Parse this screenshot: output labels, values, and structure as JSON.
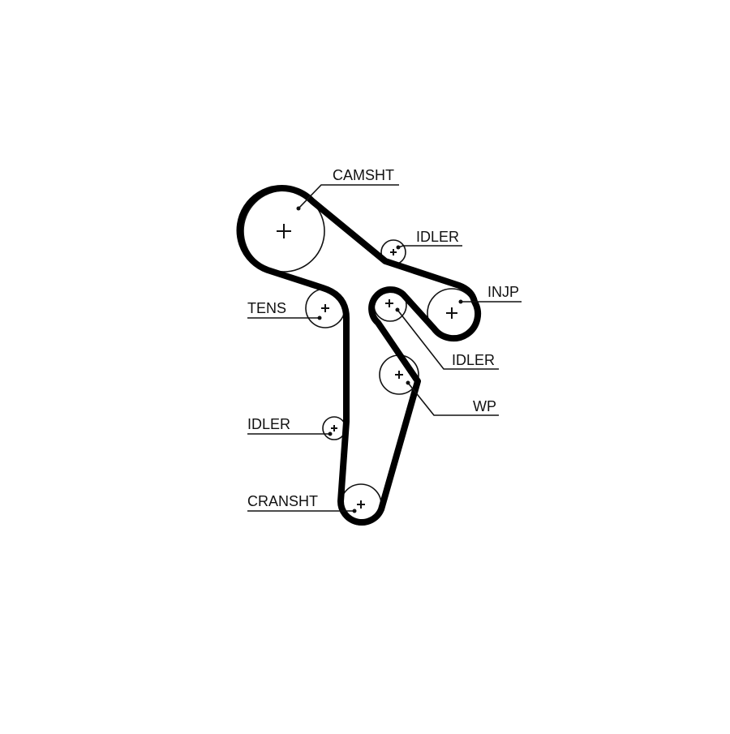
{
  "labels": {
    "camshaft": "CAMSHT",
    "idler_top": "IDLER",
    "injection_pump": "INJP",
    "idler_middle": "IDLER",
    "water_pump": "WP",
    "tensioner": "TENS",
    "idler_left": "IDLER",
    "crankshaft": "CRANSHT"
  },
  "colors": {
    "belt": "#000000",
    "line": "#111111",
    "background": "#ffffff"
  }
}
